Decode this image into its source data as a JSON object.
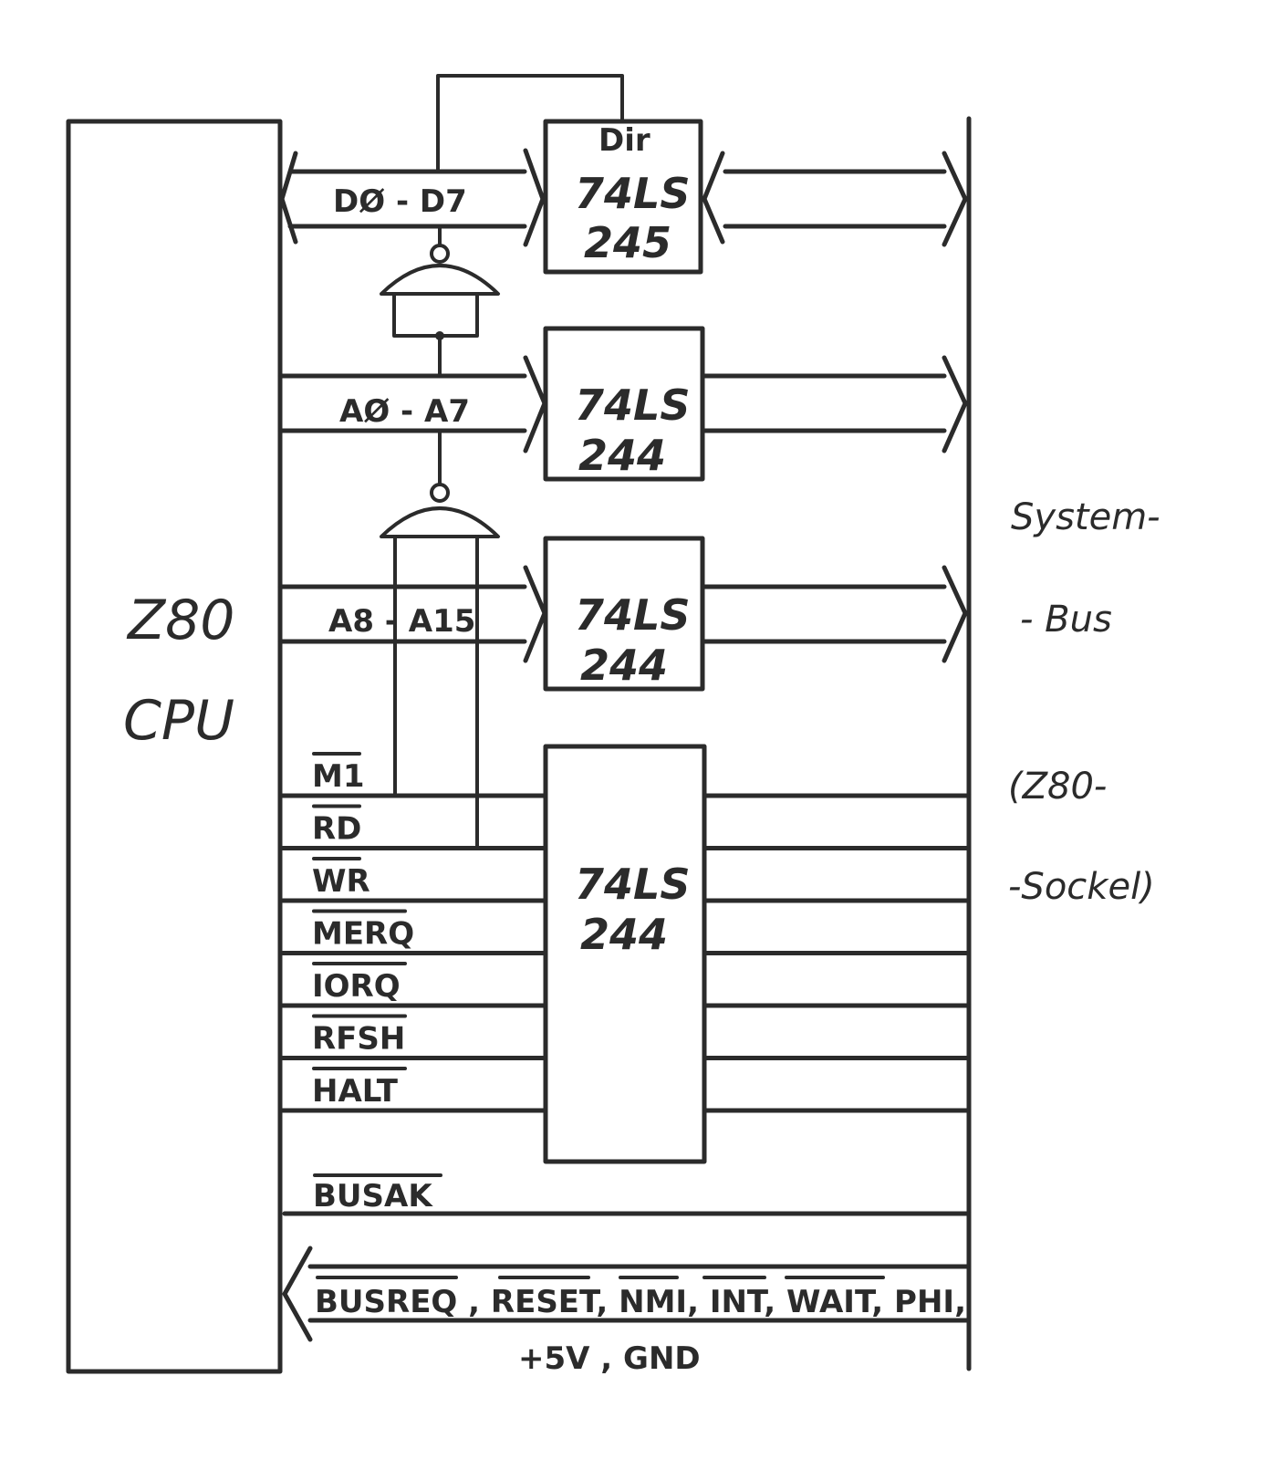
{
  "cpu": {
    "line1": "Z80",
    "line2": "CPU"
  },
  "buses": {
    "data": "DØ - D7",
    "addr_low": "AØ - A7",
    "addr_high": "A8 - A15"
  },
  "chips": {
    "data_buffer": {
      "dir": "Dir",
      "line1": "74LS",
      "line2": "245"
    },
    "addr_low_buffer": {
      "line1": "74LS",
      "line2": "244"
    },
    "addr_high_buffer": {
      "line1": "74LS",
      "line2": "244"
    },
    "control_buffer": {
      "line1": "74LS",
      "line2": "244"
    }
  },
  "control_signals": [
    "M1",
    "RD",
    "WR",
    "MERQ",
    "IORQ",
    "RFSH",
    "HALT"
  ],
  "busak": "BUSAK",
  "input_signals": {
    "overlined": [
      "BUSREQ",
      "RESET",
      "NMI",
      "INT",
      "WAIT"
    ],
    "plain": [
      "PHI"
    ],
    "line1_text": "BUSREQ , RESET, NMI, INT, WAIT, PHI,",
    "line2_text": "+5V , GND"
  },
  "system_bus": {
    "line1": "System-",
    "line2": "- Bus",
    "line3": "(Z80-",
    "line4": "-Sockel)"
  }
}
